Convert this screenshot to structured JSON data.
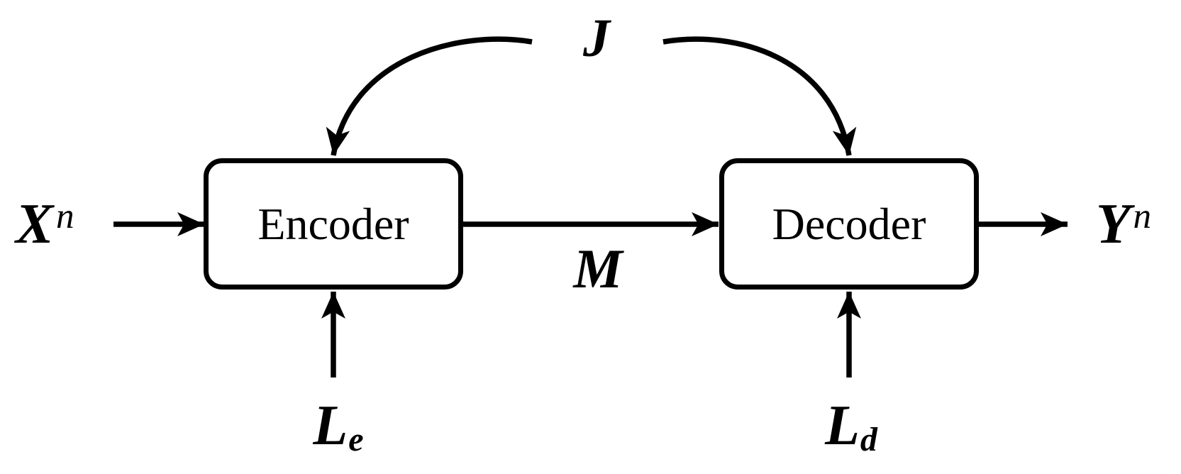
{
  "diagram": {
    "title_semantic": "encoder-decoder block diagram with shared and local randomness",
    "background_color": "#ffffff",
    "line_color": "#000000",
    "blocks": {
      "encoder": {
        "label": "Encoder"
      },
      "decoder": {
        "label": "Decoder"
      }
    },
    "labels": {
      "source": {
        "base": "X",
        "sup": "n"
      },
      "output": {
        "base": "Y",
        "sup": "n"
      },
      "message": {
        "text": "M"
      },
      "shared_randomness": {
        "text": "J"
      },
      "encoder_randomness": {
        "base": "L",
        "sub": "e"
      },
      "decoder_randomness": {
        "base": "L",
        "sub": "d"
      }
    }
  }
}
